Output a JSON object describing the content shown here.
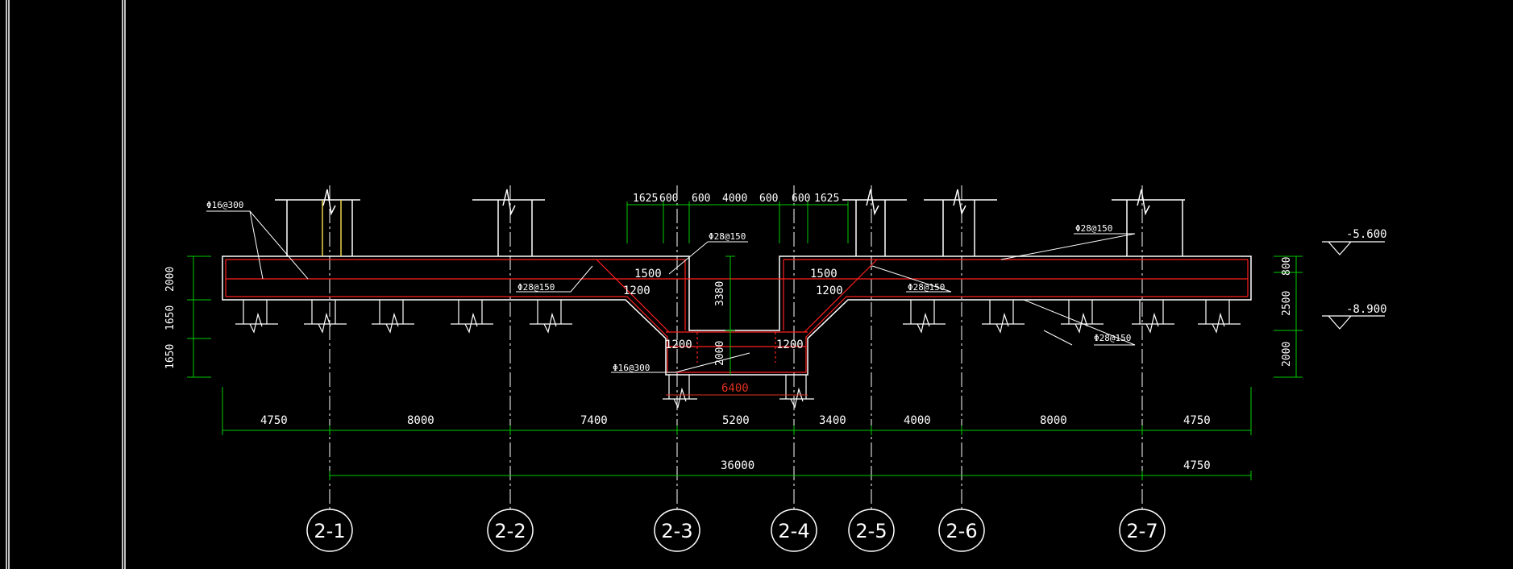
{
  "colors": {
    "background": "#000000",
    "concrete": "#ffffff",
    "rebar": "#ff2020",
    "dimension": "#00cc00",
    "text": "#ffffff",
    "highlight_dim": "#e0301e"
  },
  "top_dimensions": [
    "1625",
    "600",
    "600",
    "4000",
    "600",
    "600",
    "1625"
  ],
  "bottom_dimensions_row1": [
    "4750",
    "8000",
    "7400",
    "5200",
    "3400",
    "4000",
    "8000",
    "4750"
  ],
  "bottom_dimensions_row2": {
    "total": "36000",
    "right": "4750"
  },
  "left_dimensions": [
    "2000",
    "1650",
    "1650"
  ],
  "right_dimensions": [
    "800",
    "2500",
    "2000"
  ],
  "pit_dimensions": {
    "depth": "3380",
    "slab": "2000",
    "width": "6400",
    "haunch_h_left": "1500",
    "haunch_v_left": "1200",
    "haunch_h_right": "1500",
    "haunch_v_right": "1200",
    "bottom_left": "1200",
    "bottom_right": "1200"
  },
  "rebar_labels": {
    "top_left": "Φ16@300",
    "left_slab": "Φ28@150",
    "pit_top": "Φ28@150",
    "pit_bottom": "Φ16@300",
    "right_slab": "Φ28@150",
    "right_top": "Φ28@150",
    "right_bottom": "Φ28@150"
  },
  "elevations": {
    "upper": "-5.600",
    "lower": "-8.900"
  },
  "axis_labels": [
    "2-1",
    "2-2",
    "2-3",
    "2-4",
    "2-5",
    "2-6",
    "2-7"
  ]
}
